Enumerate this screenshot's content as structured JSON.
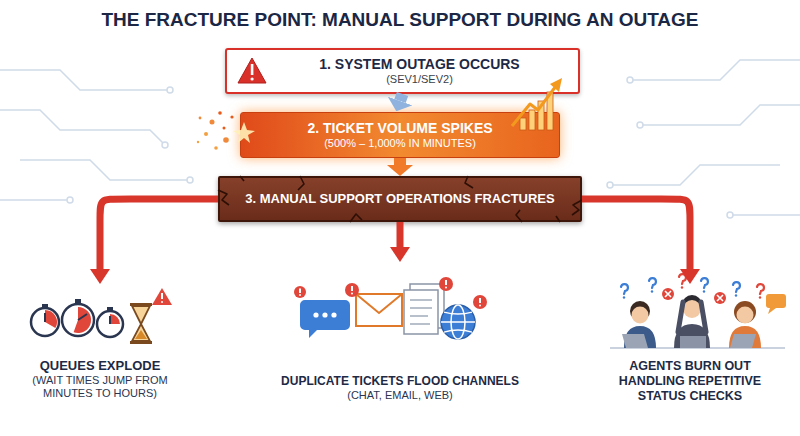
{
  "diagram": {
    "title": "THE FRACTURE POINT: MANUAL SUPPORT DURING AN OUTAGE",
    "nodes": [
      {
        "text": [
          "1. SYSTEM OUTAGE OCCURS",
          "(SEV1/SEV2)"
        ]
      },
      {
        "text": [
          "2. TICKET VOLUME SPIKES",
          "(500% – 1,000% IN MINUTES)"
        ]
      },
      {
        "text": [
          "3. MANUAL SUPPORT OPERATIONS FRACTURES"
        ]
      },
      {
        "text": [
          "QUEUES EXPLODE",
          "(WAIT TIMES JUMP FROM MINUTES TO HOURS)"
        ]
      },
      {
        "text": [
          "DUPLICATE TICKETS FLOOD CHANNELS",
          "(CHAT, EMAIL, WEB)"
        ]
      },
      {
        "text": [
          "AGENTS BURN OUT HANDLING REPETITIVE STATUS CHECKS"
        ]
      }
    ],
    "edges": [
      {
        "from": 0,
        "to": 1,
        "arrow": "to"
      },
      {
        "from": 1,
        "to": 2,
        "arrow": "to"
      },
      {
        "from": 2,
        "to": 3,
        "arrow": "to"
      },
      {
        "from": 2,
        "to": 4,
        "arrow": "to"
      },
      {
        "from": 2,
        "to": 5,
        "arrow": "to"
      }
    ]
  }
}
